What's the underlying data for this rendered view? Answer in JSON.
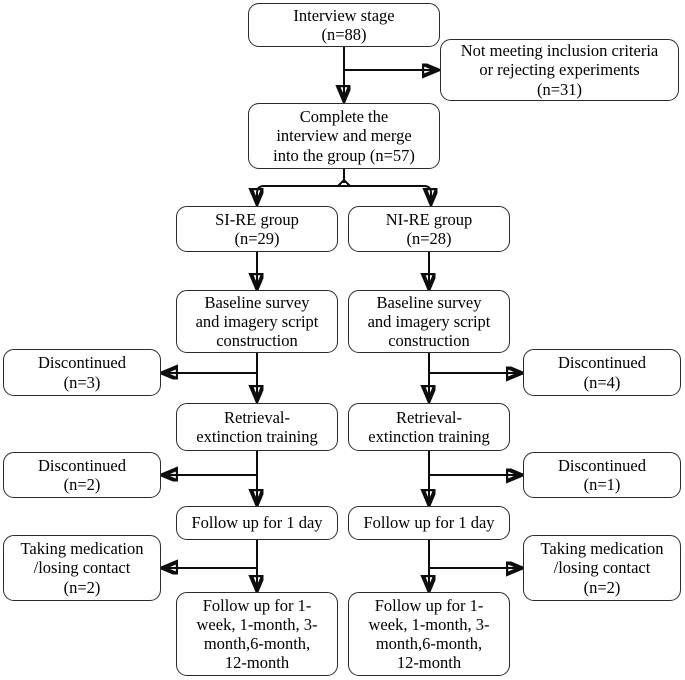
{
  "diagram": {
    "title": "Participant flow diagram",
    "type": "flowchart",
    "stroke_color": "#0d0d0d",
    "box_border_color": "#2b2b2b",
    "background_color": "#ffffff"
  },
  "nodes": {
    "interview_stage": {
      "lines": [
        "Interview stage",
        "(n=88)"
      ]
    },
    "excluded": {
      "lines": [
        "Not meeting inclusion criteria",
        "or rejecting experiments",
        "(n=31)"
      ]
    },
    "complete_interview": {
      "lines": [
        "Complete the",
        "interview and merge",
        "into the group (n=57)"
      ]
    },
    "si_re_group": {
      "lines": [
        "SI-RE group",
        "(n=29)"
      ]
    },
    "ni_re_group": {
      "lines": [
        "NI-RE group",
        "(n=28)"
      ]
    },
    "baseline_left": {
      "lines": [
        "Baseline survey",
        "and imagery script",
        "construction"
      ]
    },
    "baseline_right": {
      "lines": [
        "Baseline survey",
        "and imagery script",
        "construction"
      ]
    },
    "discontinued_left_1": {
      "lines": [
        "Discontinued",
        "(n=3)"
      ]
    },
    "discontinued_right_1": {
      "lines": [
        "Discontinued",
        "(n=4)"
      ]
    },
    "training_left": {
      "lines": [
        "Retrieval-",
        "extinction training"
      ]
    },
    "training_right": {
      "lines": [
        "Retrieval-",
        "extinction training"
      ]
    },
    "discontinued_left_2": {
      "lines": [
        "Discontinued",
        "(n=2)"
      ]
    },
    "discontinued_right_2": {
      "lines": [
        "Discontinued",
        "(n=1)"
      ]
    },
    "followup_day_left": {
      "lines": [
        "Follow up for 1 day"
      ]
    },
    "followup_day_right": {
      "lines": [
        "Follow up for 1 day"
      ]
    },
    "medication_left": {
      "lines": [
        "Taking medication",
        "/losing contact",
        "(n=2)"
      ]
    },
    "medication_right": {
      "lines": [
        "Taking medication",
        "/losing contact",
        "(n=2)"
      ]
    },
    "followup_long_left": {
      "lines": [
        "Follow up for 1-",
        "week, 1-month, 3-",
        "month,6-month,",
        "12-month"
      ]
    },
    "followup_long_right": {
      "lines": [
        "Follow up for 1-",
        "week, 1-month, 3-",
        "month,6-month,",
        "12-month"
      ]
    }
  }
}
